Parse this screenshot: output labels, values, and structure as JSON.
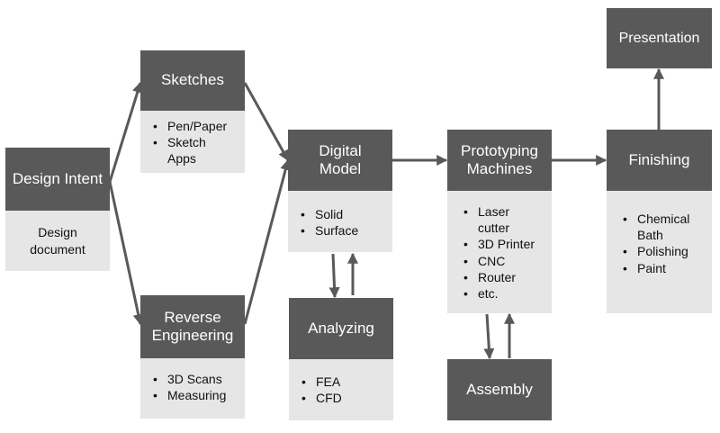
{
  "nodes": {
    "design_intent": {
      "title": "Design Intent",
      "body": "Design document"
    },
    "sketches": {
      "title": "Sketches",
      "items": [
        "Pen/Paper",
        "Sketch Apps"
      ]
    },
    "reverse_engineering": {
      "title": "Reverse Engineering",
      "items": [
        "3D Scans",
        "Measuring"
      ]
    },
    "digital_model": {
      "title": "Digital Model",
      "items": [
        "Solid",
        "Surface"
      ]
    },
    "analyzing": {
      "title": "Analyzing",
      "items": [
        "FEA",
        "CFD"
      ]
    },
    "prototyping_machines": {
      "title": "Prototyping Machines",
      "items": [
        "Laser cutter",
        "3D Printer",
        "CNC",
        "Router",
        "etc."
      ]
    },
    "assembly": {
      "title": "Assembly"
    },
    "finishing": {
      "title": "Finishing",
      "items": [
        "Chemical Bath",
        "Polishing",
        "Paint"
      ]
    },
    "presentation": {
      "title": "Presentation"
    }
  },
  "colors": {
    "header": "#595959",
    "body": "#e6e6e6",
    "arrow": "#595959"
  }
}
